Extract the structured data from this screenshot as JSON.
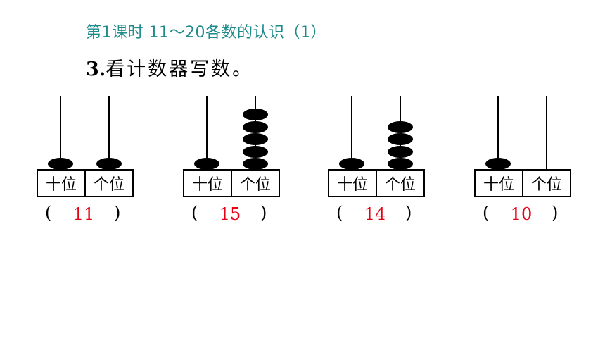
{
  "lesson_title": "第1课时 11～20各数的认识（1）",
  "question": {
    "number": "3.",
    "text": "看计数器写数。"
  },
  "labels": {
    "tens": "十位",
    "ones": "个位",
    "open_paren": "(",
    "close_paren": ")"
  },
  "abacuses": [
    {
      "tens_beads": 1,
      "ones_beads": 1,
      "answer": "11"
    },
    {
      "tens_beads": 1,
      "ones_beads": 5,
      "answer": "15"
    },
    {
      "tens_beads": 1,
      "ones_beads": 4,
      "answer": "14"
    },
    {
      "tens_beads": 1,
      "ones_beads": 0,
      "answer": "10"
    }
  ],
  "colors": {
    "title": "#1f8a8a",
    "answer": "#e60012"
  }
}
